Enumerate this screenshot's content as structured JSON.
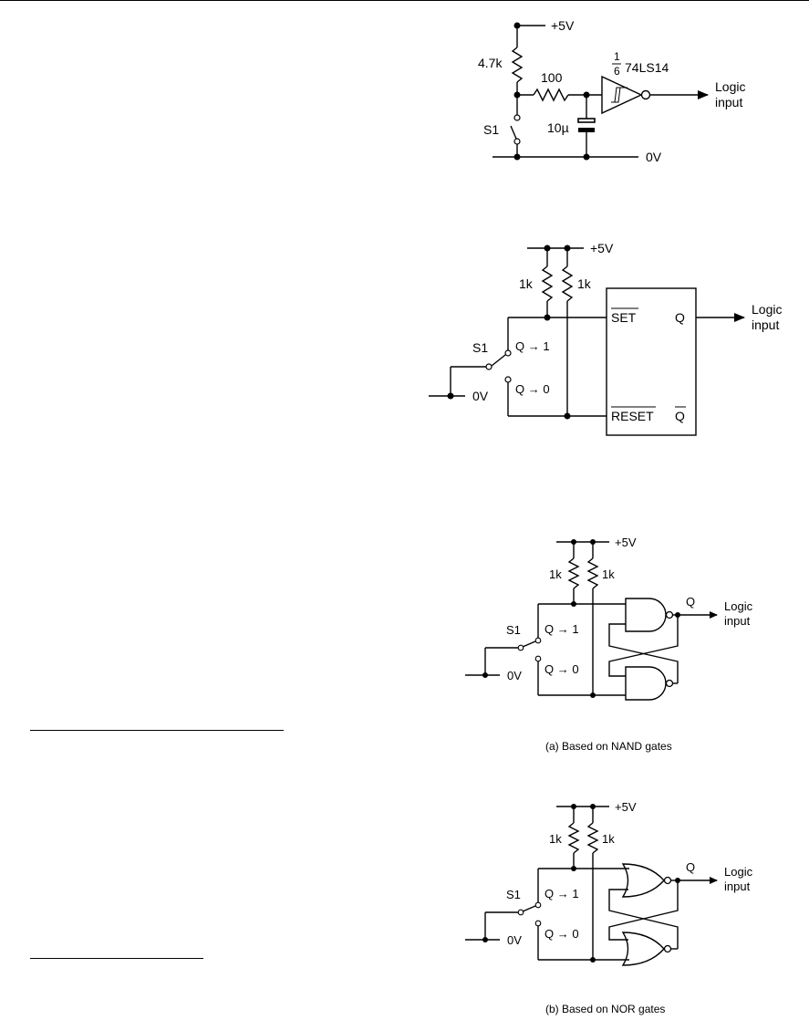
{
  "circuit_a": {
    "supply": "+5V",
    "r_pullup": "4.7k",
    "r_series": "100",
    "capacitor": "10µ",
    "gate_fraction_num": "1",
    "gate_fraction_den": "6",
    "gate_part": "74LS14",
    "switch": "S1",
    "ground": "0V",
    "output_line1": "Logic",
    "output_line2": "input"
  },
  "circuit_b": {
    "supply": "+5V",
    "r1": "1k",
    "r2": "1k",
    "switch": "S1",
    "ground": "0V",
    "pos_upper": "Q → 1",
    "pos_lower": "Q → 0",
    "set_pin": "SET",
    "reset_pin": "RESET",
    "q_pin": "Q",
    "qbar_pin": "Q",
    "output_line1": "Logic",
    "output_line2": "input"
  },
  "circuit_c": {
    "supply": "+5V",
    "r1": "1k",
    "r2": "1k",
    "switch": "S1",
    "ground": "0V",
    "pos_upper": "Q → 1",
    "pos_lower": "Q → 0",
    "q_label": "Q",
    "output_line1": "Logic",
    "output_line2": "input",
    "caption": "(a) Based on NAND gates"
  },
  "circuit_d": {
    "supply": "+5V",
    "r1": "1k",
    "r2": "1k",
    "switch": "S1",
    "ground": "0V",
    "pos_upper": "Q → 1",
    "pos_lower": "Q → 0",
    "q_label": "Q",
    "output_line1": "Logic",
    "output_line2": "input",
    "caption": "(b) Based on NOR gates"
  }
}
